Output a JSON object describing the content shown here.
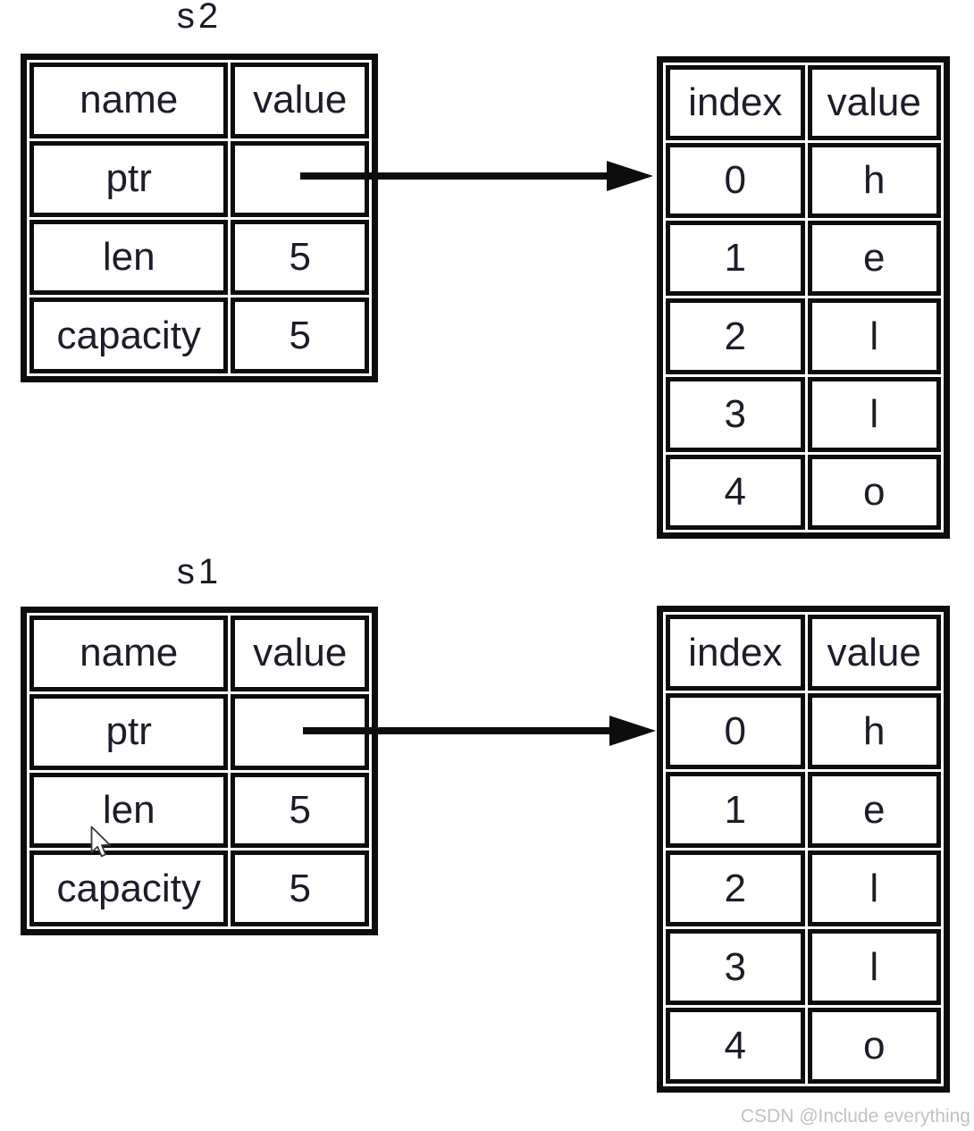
{
  "colors": {
    "line": "#0d0d0d",
    "text": "#1e1b2a",
    "watermark": "#c2c2c2",
    "background": "#ffffff"
  },
  "groups": [
    {
      "title": "s2",
      "struct": {
        "headers": {
          "name": "name",
          "value": "value"
        },
        "rows": [
          {
            "name": "ptr",
            "value": ""
          },
          {
            "name": "len",
            "value": "5"
          },
          {
            "name": "capacity",
            "value": "5"
          }
        ]
      },
      "heap": {
        "headers": {
          "index": "index",
          "value": "value"
        },
        "rows": [
          {
            "index": "0",
            "value": "h"
          },
          {
            "index": "1",
            "value": "e"
          },
          {
            "index": "2",
            "value": "l"
          },
          {
            "index": "3",
            "value": "l"
          },
          {
            "index": "4",
            "value": "o"
          }
        ]
      }
    },
    {
      "title": "s1",
      "struct": {
        "headers": {
          "name": "name",
          "value": "value"
        },
        "rows": [
          {
            "name": "ptr",
            "value": ""
          },
          {
            "name": "len",
            "value": "5"
          },
          {
            "name": "capacity",
            "value": "5"
          }
        ]
      },
      "heap": {
        "headers": {
          "index": "index",
          "value": "value"
        },
        "rows": [
          {
            "index": "0",
            "value": "h"
          },
          {
            "index": "1",
            "value": "e"
          },
          {
            "index": "2",
            "value": "l"
          },
          {
            "index": "3",
            "value": "l"
          },
          {
            "index": "4",
            "value": "o"
          }
        ]
      }
    }
  ],
  "watermark": {
    "text": "CSDN @Include everything"
  }
}
